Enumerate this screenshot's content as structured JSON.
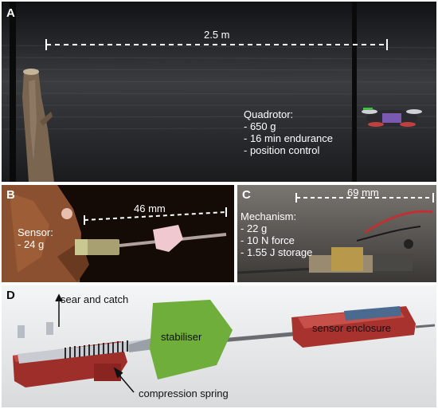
{
  "panel_a": {
    "label": "A",
    "distance": "2.5 m",
    "quad_title": "Quadrotor:",
    "quad_specs": [
      "- 650 g",
      "- 16 min endurance",
      "- position control"
    ]
  },
  "panel_b": {
    "label": "B",
    "distance": "46 mm",
    "sensor_title": "Sensor:",
    "sensor_specs": [
      "- 24 g"
    ]
  },
  "panel_c": {
    "label": "C",
    "distance": "69 mm",
    "mech_title": "Mechanism:",
    "mech_specs": [
      "- 22 g",
      "- 10 N force",
      "- 1.55 J storage"
    ]
  },
  "panel_d": {
    "label": "D",
    "sear_label": "sear and catch",
    "stabiliser_label": "stabiliser",
    "enclosure_label": "sensor enclosure",
    "spring_label": "compression spring"
  },
  "colors": {
    "stabiliser_green": "#6fae3a",
    "enclosure_red": "#a8322e",
    "frame_red": "#9e2e2a"
  }
}
